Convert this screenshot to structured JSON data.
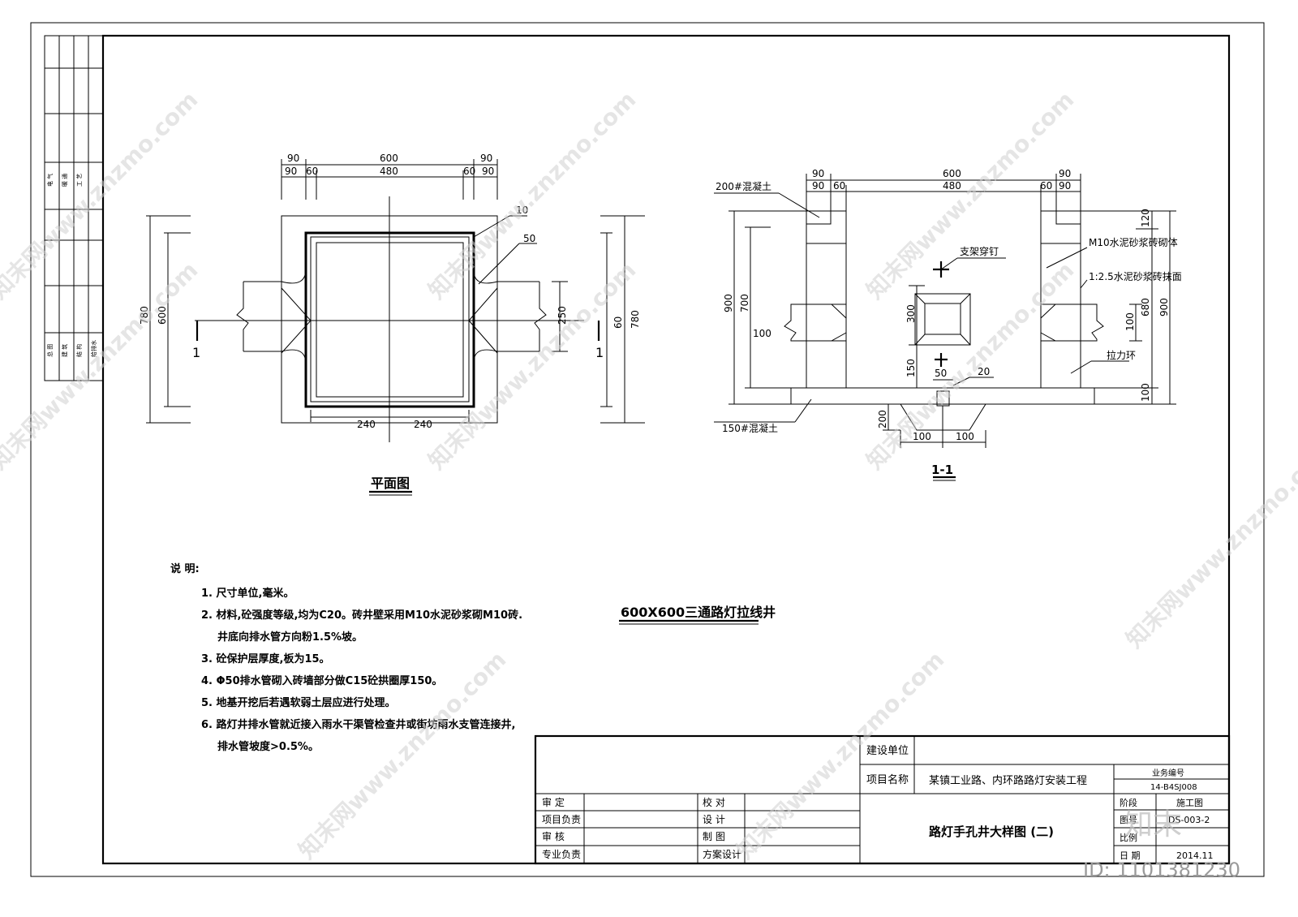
{
  "watermark": "知末网www.znzmo.com",
  "watermark_logo": "知末",
  "image_id_label": "ID: 1101381230",
  "side_stamp": [
    "总 图",
    "建 筑",
    "结 构",
    "给排水",
    "电 气",
    "暖 通",
    "工 艺"
  ],
  "plan": {
    "title": "平面图",
    "dims_top": [
      "90",
      "600",
      "90",
      "90",
      "60",
      "480",
      "60",
      "90"
    ],
    "dims_left": [
      "780",
      "600"
    ],
    "dims_right": [
      "60",
      "780",
      "250"
    ],
    "dims_bottom": [
      "240",
      "240"
    ],
    "callouts": [
      "10",
      "50"
    ],
    "section_marks": [
      "1",
      "1"
    ]
  },
  "section": {
    "title": "1-1",
    "dims_top": [
      "90",
      "600",
      "90",
      "90",
      "60",
      "480",
      "60",
      "90"
    ],
    "dims_left": [
      "900",
      "700",
      "300",
      "150",
      "100"
    ],
    "dims_right": [
      "120",
      "680",
      "900",
      "100",
      "100"
    ],
    "dims_bottom": [
      "200",
      "100",
      "100",
      "50",
      "20"
    ],
    "labels": {
      "c200": "200#混凝土",
      "c150": "150#混凝土",
      "bolt": "支架穿钉",
      "masonry": "M10水泥砂浆砖砌体",
      "plaster": "1:2.5水泥砂浆砖抹面",
      "ring": "拉力环"
    }
  },
  "main_title": "600X600三通路灯拉线井",
  "notes": {
    "heading": "说  明:",
    "items": [
      "1. 尺寸单位,毫米。",
      "2. 材料,砼强度等级,均为C20。砖井壁采用M10水泥砂浆砌M10砖.",
      "井底向排水管方向粉1.5%坡。",
      "3. 砼保护层厚度,板为15。",
      "4. Φ50排水管砌入砖墙部分做C15砼拱圈厚150。",
      "5. 地基开挖后若遇软弱土层应进行处理。",
      "6. 路灯井排水管就近接入雨水干渠管检查井或街坊雨水支管连接井,",
      "排水管坡度>0.5%。"
    ]
  },
  "title_block": {
    "build_unit_label": "建设单位",
    "build_unit_value": "",
    "project_label": "项目名称",
    "project_value": "某镇工业路、内环路路灯安装工程",
    "business_no_label": "业务编号",
    "business_no_value": "14-B4SJ008",
    "stage_label": "阶段",
    "stage_value": "施工图",
    "drawing_no_label": "图号",
    "drawing_no_value": "DS-003-2",
    "scale_label": "比例",
    "scale_value": "",
    "date_label": "日 期",
    "date_value": "2014.11",
    "drawing_title": "路灯手孔井大样图 (二)",
    "sign_rows": [
      [
        "审    定",
        "校    对"
      ],
      [
        "项目负责",
        "设    计"
      ],
      [
        "审    核",
        "制    图"
      ],
      [
        "专业负责",
        "方案设计"
      ]
    ]
  }
}
